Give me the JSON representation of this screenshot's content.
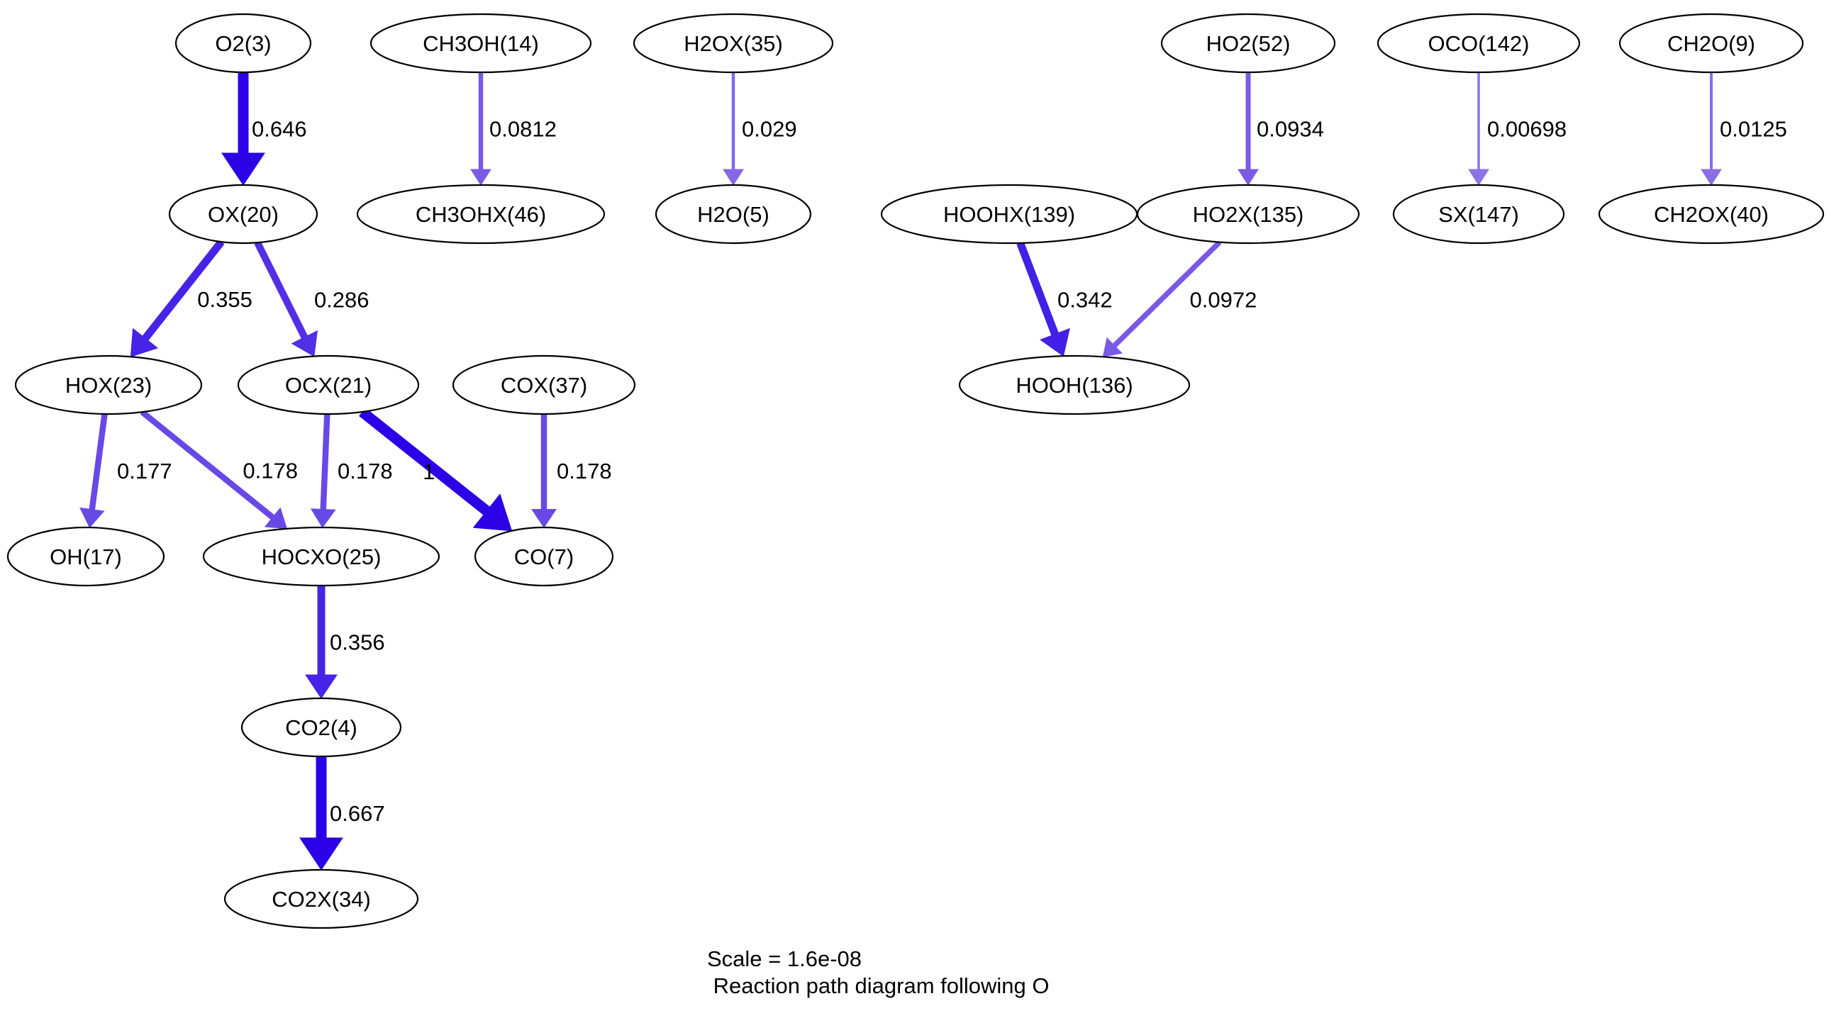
{
  "nodes": [
    {
      "id": "o2",
      "label": "O2(3)"
    },
    {
      "id": "ch3oh",
      "label": "CH3OH(14)"
    },
    {
      "id": "h2ox",
      "label": "H2OX(35)"
    },
    {
      "id": "ho2",
      "label": "HO2(52)"
    },
    {
      "id": "oco",
      "label": "OCO(142)"
    },
    {
      "id": "ch2o",
      "label": "CH2O(9)"
    },
    {
      "id": "ox",
      "label": "OX(20)"
    },
    {
      "id": "ch3ohx",
      "label": "CH3OHX(46)"
    },
    {
      "id": "h2o",
      "label": "H2O(5)"
    },
    {
      "id": "hoohx",
      "label": "HOOHX(139)"
    },
    {
      "id": "ho2x",
      "label": "HO2X(135)"
    },
    {
      "id": "sx",
      "label": "SX(147)"
    },
    {
      "id": "ch2ox",
      "label": "CH2OX(40)"
    },
    {
      "id": "hox",
      "label": "HOX(23)"
    },
    {
      "id": "ocx",
      "label": "OCX(21)"
    },
    {
      "id": "cox",
      "label": "COX(37)"
    },
    {
      "id": "hooh",
      "label": "HOOH(136)"
    },
    {
      "id": "oh",
      "label": "OH(17)"
    },
    {
      "id": "hocxo",
      "label": "HOCXO(25)"
    },
    {
      "id": "co",
      "label": "CO(7)"
    },
    {
      "id": "co2",
      "label": "CO2(4)"
    },
    {
      "id": "co2x",
      "label": "CO2X(34)"
    }
  ],
  "edges": [
    {
      "from": "o2",
      "to": "ox",
      "label": "0.646",
      "color": "#2b00e6"
    },
    {
      "from": "ch3oh",
      "to": "ch3ohx",
      "label": "0.0812",
      "color": "#7b5be6"
    },
    {
      "from": "h2ox",
      "to": "h2o",
      "label": "0.029",
      "color": "#8468e6"
    },
    {
      "from": "ho2",
      "to": "ho2x",
      "label": "0.0934",
      "color": "#7b5be6"
    },
    {
      "from": "oco",
      "to": "sx",
      "label": "0.00698",
      "color": "#8b74e6"
    },
    {
      "from": "ch2o",
      "to": "ch2ox",
      "label": "0.0125",
      "color": "#896fe6"
    },
    {
      "from": "ox",
      "to": "hox",
      "label": "0.355",
      "color": "#4623e6"
    },
    {
      "from": "ox",
      "to": "ocx",
      "label": "0.286",
      "color": "#532fe6"
    },
    {
      "from": "hoohx",
      "to": "hooh",
      "label": "0.342",
      "color": "#4220e6"
    },
    {
      "from": "ho2x",
      "to": "hooh",
      "label": "0.0972",
      "color": "#7a58e6"
    },
    {
      "from": "hox",
      "to": "oh",
      "label": "0.177",
      "color": "#6849e6"
    },
    {
      "from": "hox",
      "to": "hocxo",
      "label": "0.178",
      "color": "#6849e6"
    },
    {
      "from": "ocx",
      "to": "hocxo",
      "label": "0.178",
      "color": "#6849e6"
    },
    {
      "from": "ocx",
      "to": "co",
      "label": "1",
      "color": "#2b00e6"
    },
    {
      "from": "cox",
      "to": "co",
      "label": "0.178",
      "color": "#6849e6"
    },
    {
      "from": "hocxo",
      "to": "co2",
      "label": "0.356",
      "color": "#4623e6"
    },
    {
      "from": "co2",
      "to": "co2x",
      "label": "0.667",
      "color": "#2b00e6"
    }
  ],
  "caption": {
    "scale": "Scale = 1.6e-08",
    "title": " Reaction path diagram following O"
  }
}
